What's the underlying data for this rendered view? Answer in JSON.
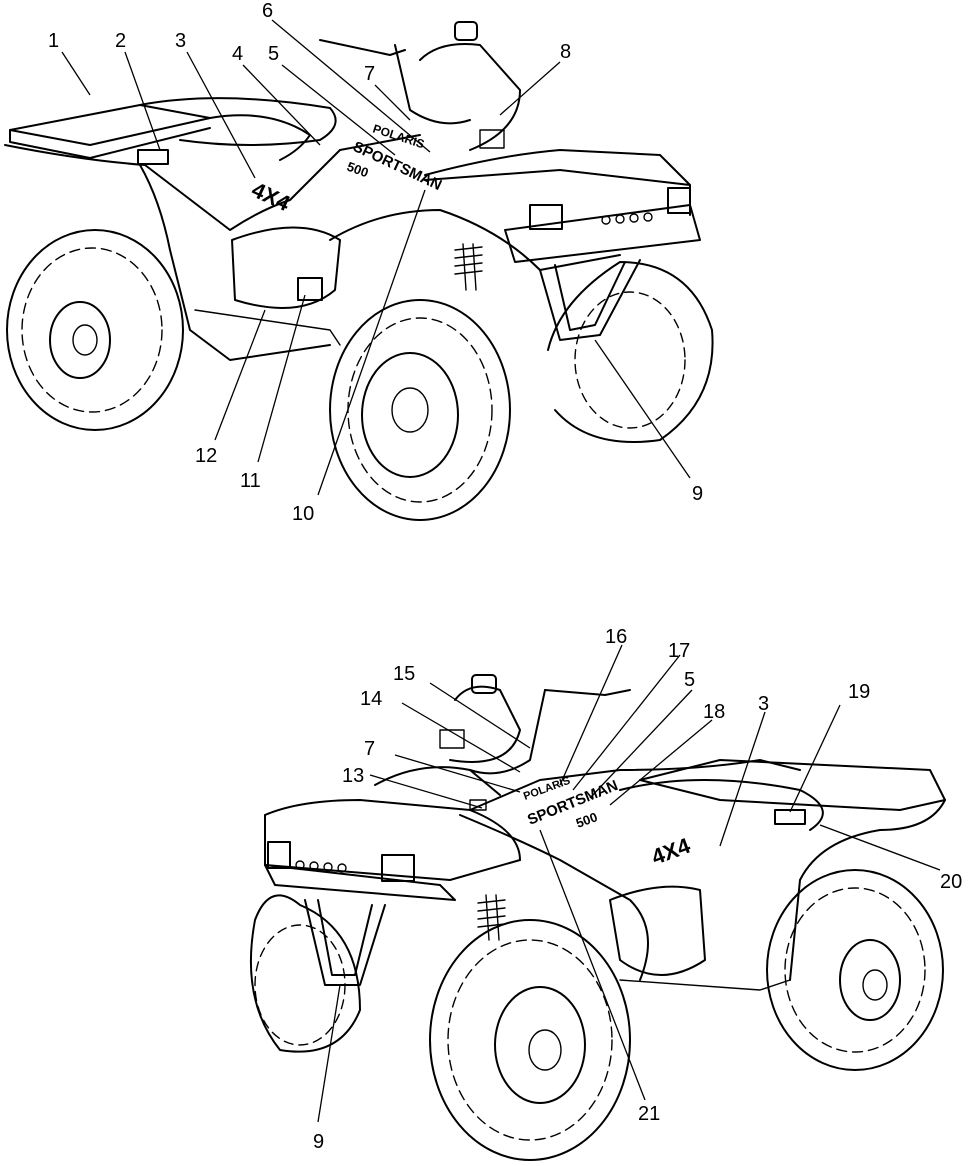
{
  "upper_view": {
    "callouts": [
      "1",
      "2",
      "3",
      "4",
      "5",
      "6",
      "7",
      "8",
      "9",
      "10",
      "11",
      "12"
    ],
    "decals": {
      "brand": "POLARIS",
      "model": "SPORTSMAN",
      "displacement": "500",
      "drive": "4X4"
    }
  },
  "lower_view": {
    "callouts": [
      "16",
      "17",
      "15",
      "5",
      "14",
      "18",
      "3",
      "19",
      "7",
      "13",
      "20",
      "9",
      "21"
    ],
    "decals": {
      "brand": "POLARIS",
      "model": "SPORTSMAN",
      "displacement": "500",
      "drive": "4X4"
    }
  },
  "colors": {
    "ink": "#000000",
    "paper": "#ffffff"
  }
}
